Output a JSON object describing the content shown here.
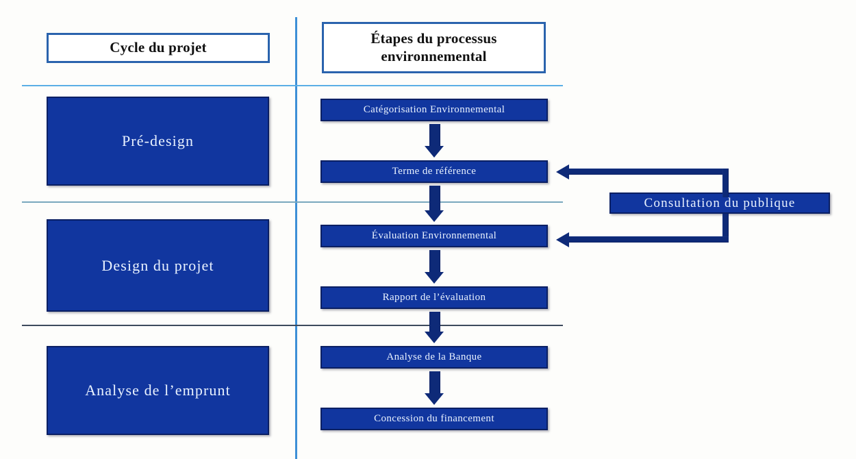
{
  "diagram": {
    "title_columns": [
      {
        "id": "cycle",
        "label": "Cycle du projet"
      },
      {
        "id": "process",
        "label_line1": "Étapes du processus",
        "label_line2": "environnemental"
      }
    ],
    "stages": [
      {
        "id": "pre-design",
        "label": "Pré-design"
      },
      {
        "id": "design-du-projet",
        "label": "Design du projet"
      },
      {
        "id": "analyse-de-l-emprunt",
        "label": "Analyse de l’emprunt"
      }
    ],
    "steps": [
      {
        "id": "categorisation",
        "label": "Catégorisation Environnemental"
      },
      {
        "id": "terme-de-reference",
        "label": "Terme de référence"
      },
      {
        "id": "evaluation",
        "label": "Évaluation Environnemental"
      },
      {
        "id": "rapport",
        "label": "Rapport de l’évaluation"
      },
      {
        "id": "analyse-banque",
        "label": "Analyse de la Banque"
      },
      {
        "id": "concession",
        "label": "Concession du financement"
      }
    ],
    "side_box": {
      "id": "consultation",
      "label": "Consultation du publique"
    },
    "colors": {
      "box_fill": "#11369f",
      "box_border": "#0a1f63",
      "header_border": "#2a63ad",
      "header_fill": "#ffffff",
      "box_text": "#e9f2ff",
      "header_text": "#111111",
      "arrow": "#0e2a78",
      "divider_light": "#5aaee6",
      "divider_mid": "#79a8be",
      "divider_dark": "#3d4a5c",
      "vertical_separator": "#3d8fd6",
      "background": "#fdfdfb"
    }
  }
}
